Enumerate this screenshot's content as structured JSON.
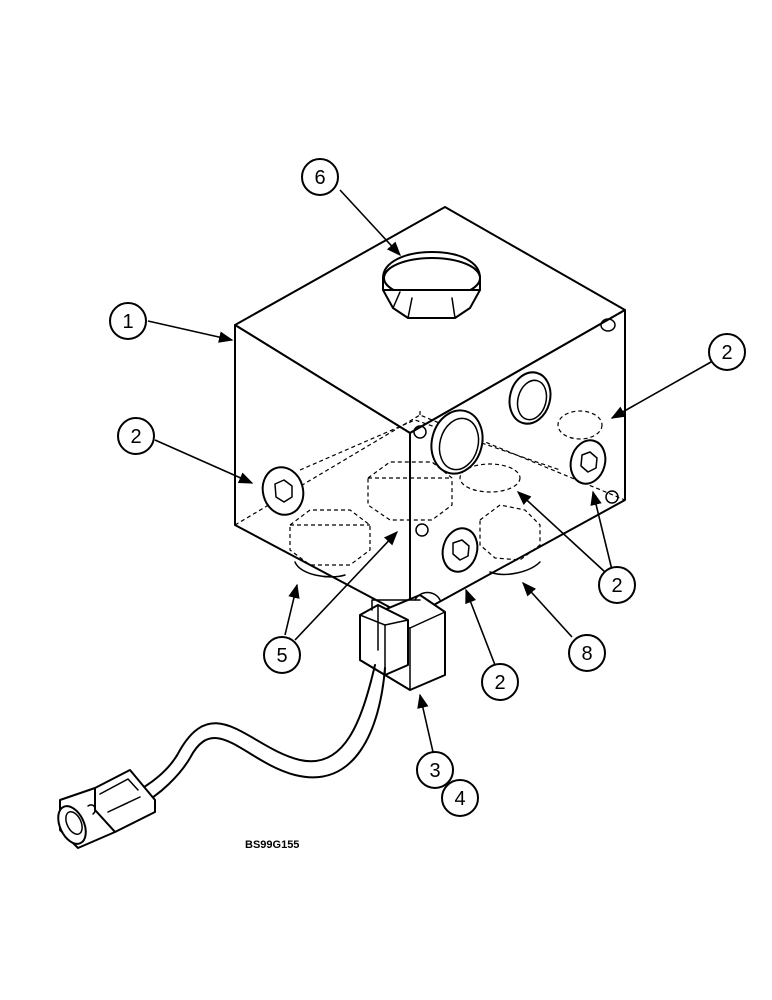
{
  "figure": {
    "reference_code": "BS99G155"
  },
  "callouts": [
    {
      "id": "c1",
      "label": "1"
    },
    {
      "id": "c2a",
      "label": "2"
    },
    {
      "id": "c2b",
      "label": "2"
    },
    {
      "id": "c2c",
      "label": "2"
    },
    {
      "id": "c2d",
      "label": "2"
    },
    {
      "id": "c3",
      "label": "3"
    },
    {
      "id": "c4",
      "label": "4"
    },
    {
      "id": "c5",
      "label": "5"
    },
    {
      "id": "c6",
      "label": "6"
    },
    {
      "id": "c8",
      "label": "8"
    }
  ]
}
